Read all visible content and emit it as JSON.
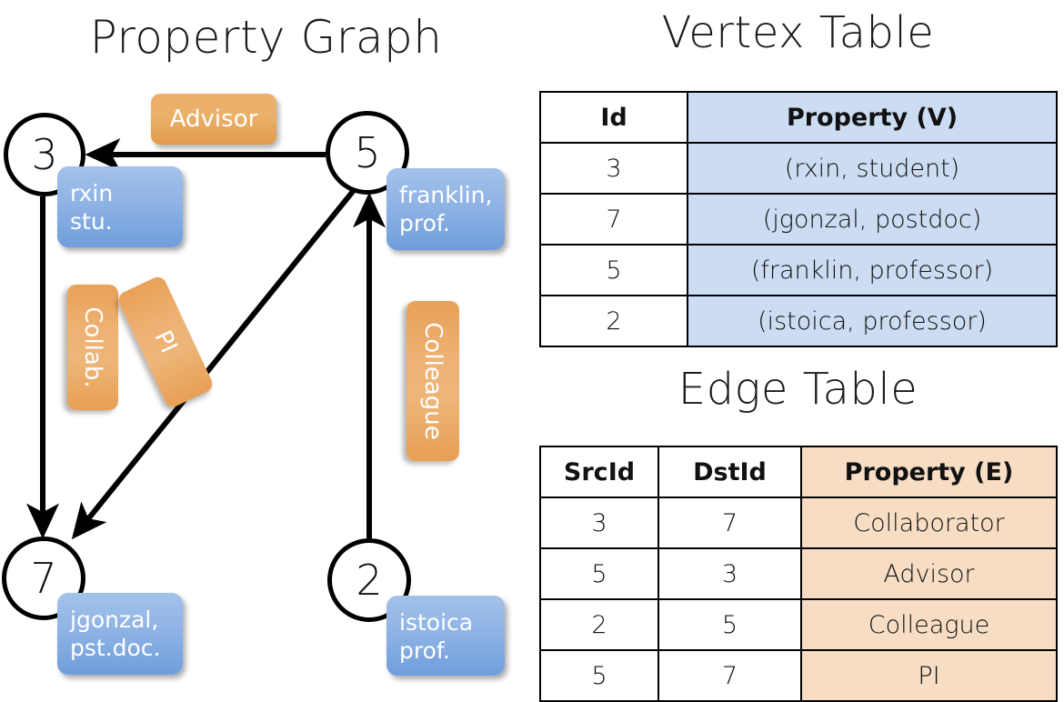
{
  "titles": {
    "graph": "Property Graph",
    "vertex_table": "Vertex Table",
    "edge_table": "Edge Table"
  },
  "colors": {
    "vertex_property_cell": "#ccdcf2",
    "edge_property_cell": "#f6ddc3",
    "node_box_blue": "#8fb3e5",
    "edge_label_orange": "#eab169",
    "line": "#000000"
  },
  "graph": {
    "nodes": [
      {
        "id": "3",
        "property": "rxin\nstu.",
        "prop_line1": "rxin",
        "prop_line2": "stu."
      },
      {
        "id": "5",
        "property": "franklin,\nprof.",
        "prop_line1": "franklin,",
        "prop_line2": "prof."
      },
      {
        "id": "7",
        "property": "jgonzal,\npst.doc.",
        "prop_line1": "jgonzal,",
        "prop_line2": "pst.doc."
      },
      {
        "id": "2",
        "property": "istoica\nprof.",
        "prop_line1": "istoica",
        "prop_line2": "prof."
      }
    ],
    "edge_labels": [
      {
        "name": "advisor",
        "text": "Advisor"
      },
      {
        "name": "collab",
        "text": "Collab."
      },
      {
        "name": "pi",
        "text": "PI"
      },
      {
        "name": "colleague",
        "text": "Colleague"
      }
    ]
  },
  "vertex_table": {
    "headers": [
      "Id",
      "Property (V)"
    ],
    "rows": [
      {
        "id": "3",
        "property": "(rxin, student)"
      },
      {
        "id": "7",
        "property": "(jgonzal, postdoc)"
      },
      {
        "id": "5",
        "property": "(franklin, professor)"
      },
      {
        "id": "2",
        "property": "(istoica, professor)"
      }
    ]
  },
  "edge_table": {
    "headers": [
      "SrcId",
      "DstId",
      "Property (E)"
    ],
    "rows": [
      {
        "src": "3",
        "dst": "7",
        "property": "Collaborator"
      },
      {
        "src": "5",
        "dst": "3",
        "property": "Advisor"
      },
      {
        "src": "2",
        "dst": "5",
        "property": "Colleague"
      },
      {
        "src": "5",
        "dst": "7",
        "property": "PI"
      }
    ]
  }
}
